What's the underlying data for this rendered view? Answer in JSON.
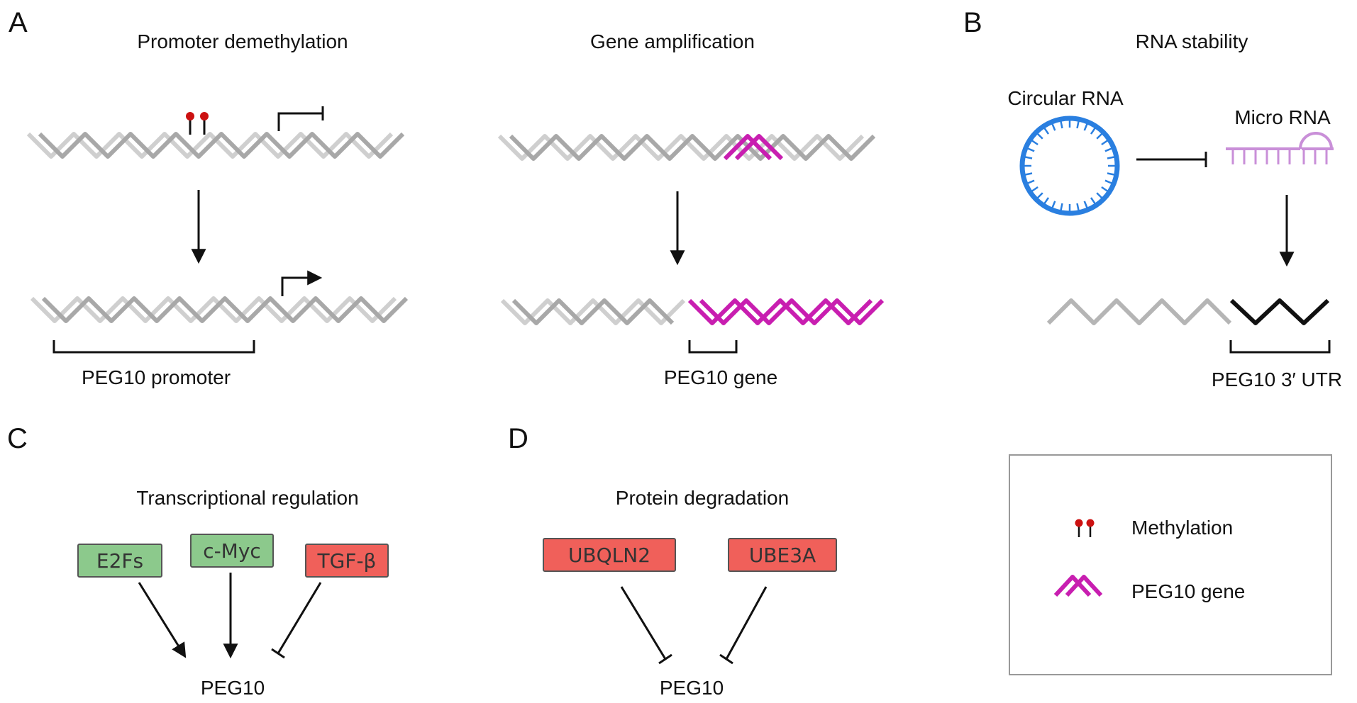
{
  "panels": {
    "A": "A",
    "B": "B",
    "C": "C",
    "D": "D"
  },
  "titles": {
    "promoter_demethylation": "Promoter demethylation",
    "gene_amplification": "Gene amplification",
    "rna_stability": "RNA stability",
    "transcriptional_regulation": "Transcriptional regulation",
    "protein_degradation": "Protein degradation"
  },
  "labels": {
    "peg10_promoter": "PEG10 promoter",
    "peg10_gene": "PEG10 gene",
    "circular_rna": "Circular RNA",
    "micro_rna": "Micro RNA",
    "peg10_3utr": "PEG10 3′ UTR",
    "peg10_c": "PEG10",
    "peg10_d": "PEG10"
  },
  "regulators_c": {
    "e2fs": "E2Fs",
    "cmyc": "c-Myc",
    "tgfb": "TGF-β"
  },
  "regulators_d": {
    "ubqln2": "UBQLN2",
    "ube3a": "UBE3A"
  },
  "legend": {
    "methylation": "Methylation",
    "peg10_gene": "PEG10 gene"
  },
  "colors": {
    "dna_light": "#cfcfcf",
    "dna_dark": "#a8a8a8",
    "peg10_gene": "#c81eb0",
    "methyl_red": "#cc1111",
    "circ_rna": "#2a7fe0",
    "micro_rna": "#c98fd8",
    "activator_fill": "#8cc98c",
    "activator_stroke": "#555555",
    "inhibitor_fill": "#f0605a",
    "inhibitor_stroke": "#555555"
  }
}
